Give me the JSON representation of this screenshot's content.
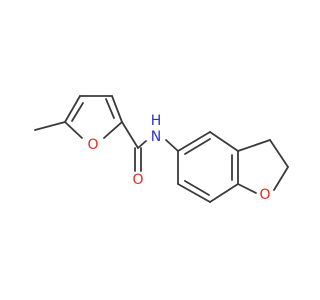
{
  "molecule": {
    "atoms": {
      "O_furan": "O",
      "O_carbonyl": "O",
      "N_amide": "N",
      "H_amide": "H",
      "O_dihydrofuran": "O"
    },
    "colors": {
      "bond": "#3a3a3a",
      "oxygen": "#e8291c",
      "nitrogen": "#2d32c8"
    }
  }
}
